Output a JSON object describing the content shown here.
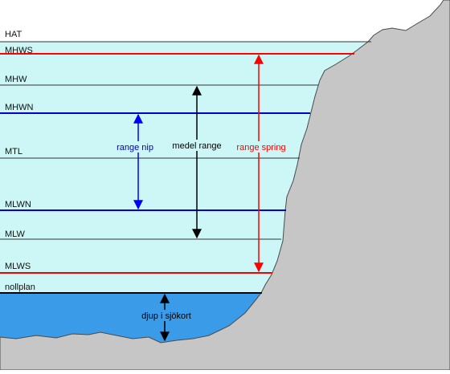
{
  "levels": {
    "hat": "HAT",
    "mhws": "MHWS",
    "mhw": "MHW",
    "mhwn": "MHWN",
    "mtl": "MTL",
    "mlwn": "MLWN",
    "mlw": "MLW",
    "mlws": "MLWS",
    "nollplan": "nollplan"
  },
  "ranges": {
    "nip": "range nip",
    "medel": "medel range",
    "spring": "range spring",
    "depth": "djup i sjökort"
  },
  "colors": {
    "sea": "#cdf7f7",
    "deep_water": "#3a9be9",
    "rock": "#c6c6c6",
    "spring": "#ff0000",
    "nip": "#0000cc",
    "nip_arrow": "#0000ff",
    "mean": "#000000",
    "tide_line": "#333333"
  }
}
